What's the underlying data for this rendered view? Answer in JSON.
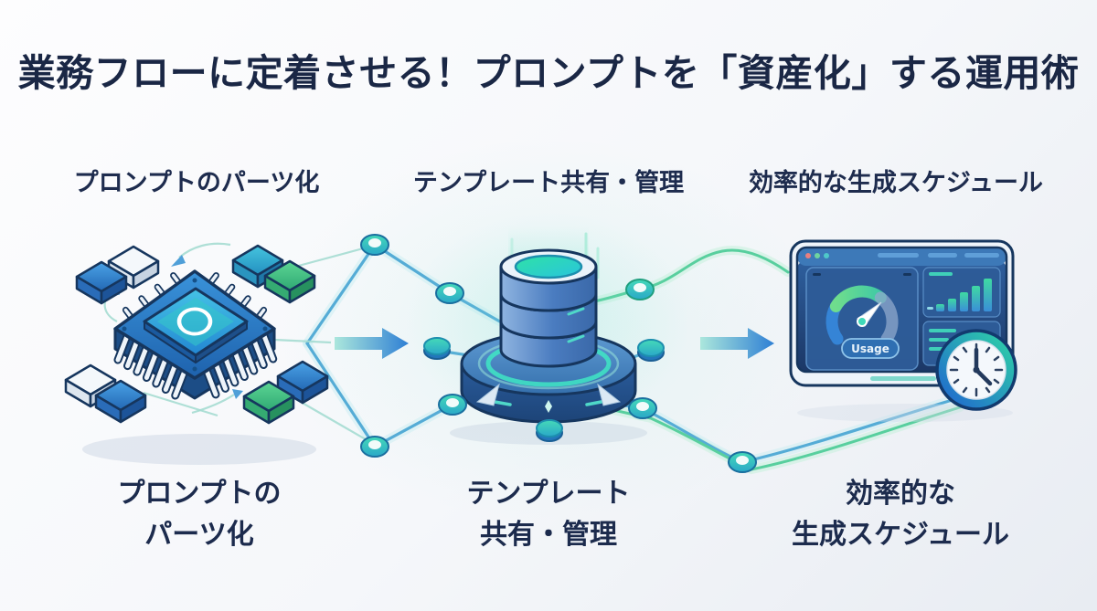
{
  "title": "業務フローに定着させる！プロンプトを「資産化」する運用術",
  "sections": [
    {
      "top_label": "プロンプトのパーツ化",
      "bottom_label": [
        "プロンプトの",
        "パーツ化"
      ]
    },
    {
      "top_label": "テンプレート共有・管理",
      "bottom_label": [
        "テンプレート",
        "共有・管理"
      ]
    },
    {
      "top_label": "効率的な生成スケジュール",
      "bottom_label": [
        "効率的な",
        "生成スケジュール"
      ]
    }
  ],
  "dashboard": {
    "usage_button": "Usage"
  },
  "icons": {
    "left": "ai-chip-with-puzzle-pieces-icon",
    "center": "database-network-icon",
    "right": "usage-dashboard-icon",
    "clock": "clock-icon",
    "connectors": [
      "arrow-right-icon",
      "arrow-right-icon"
    ]
  },
  "colors": {
    "title_text": "#1a2745",
    "label_text": "#1e2c4e",
    "accent_teal": "#3fd9b8",
    "accent_green": "#58cf9e",
    "accent_blue": "#2f7fd4",
    "navy_outline": "#16365e",
    "dashboard_bg": "#1b3766",
    "background": "#f5f7fa"
  }
}
